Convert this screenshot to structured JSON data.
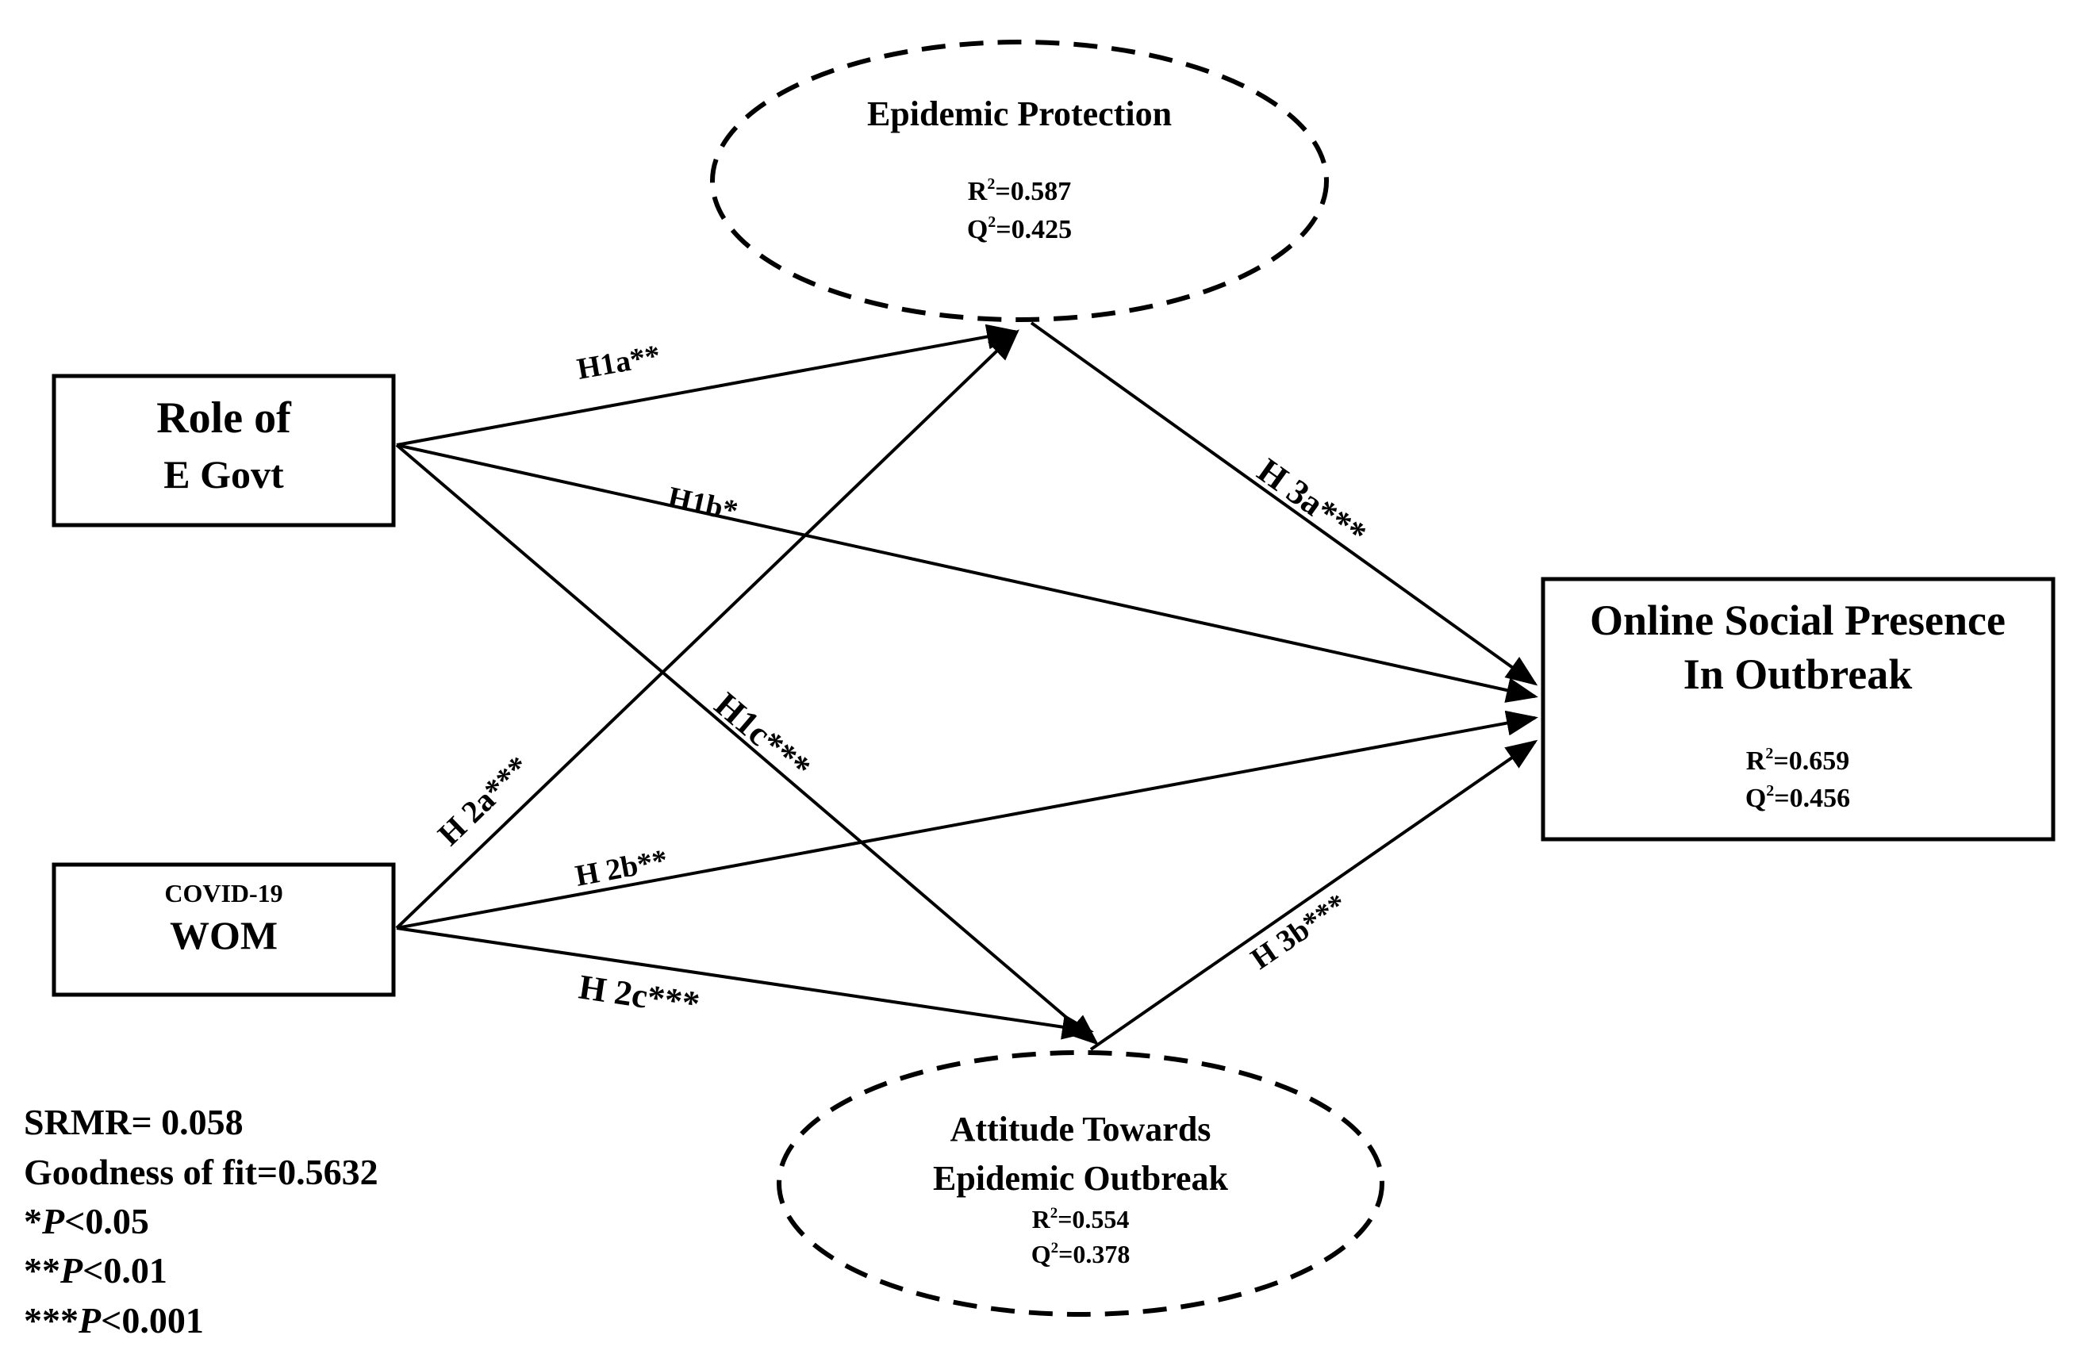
{
  "nodes": {
    "egov": {
      "line1": "Role of",
      "line2": "E Govt"
    },
    "wom": {
      "line1": "COVID-19",
      "line2": "WOM"
    },
    "protection": {
      "title": "Epidemic Protection",
      "r2_label": "R",
      "r2_value": "=0.587",
      "q2_label": "Q",
      "q2_value": "=0.425",
      "sup": "2"
    },
    "attitude": {
      "line1": "Attitude Towards",
      "line2": "Epidemic Outbreak",
      "r2_label": "R",
      "r2_value": "=0.554",
      "q2_label": "Q",
      "q2_value": "=0.378",
      "sup": "2"
    },
    "presence": {
      "line1": "Online Social Presence",
      "line2": "In Outbreak",
      "r2_label": "R",
      "r2_value": "=0.659",
      "q2_label": "Q",
      "q2_value": "=0.456",
      "sup": "2"
    }
  },
  "paths": {
    "h1a": "H1a**",
    "h1b": "H1b*",
    "h1c": "H1c***",
    "h2a": "H 2a***",
    "h2b": "H 2b**",
    "h2c": "H 2c***",
    "h3a": "H 3a***",
    "h3b": "H 3b***"
  },
  "stats": {
    "srmr": "SRMR= 0.058",
    "gof": "Goodness of fit=0.5632",
    "p1_stars": "*",
    "p1_p": "P",
    "p1_val": "<0.05",
    "p2_stars": "**",
    "p2_p": "P",
    "p2_val": "<0.01",
    "p3_stars": "***",
    "p3_p": "P",
    "p3_val": "<0.001"
  }
}
